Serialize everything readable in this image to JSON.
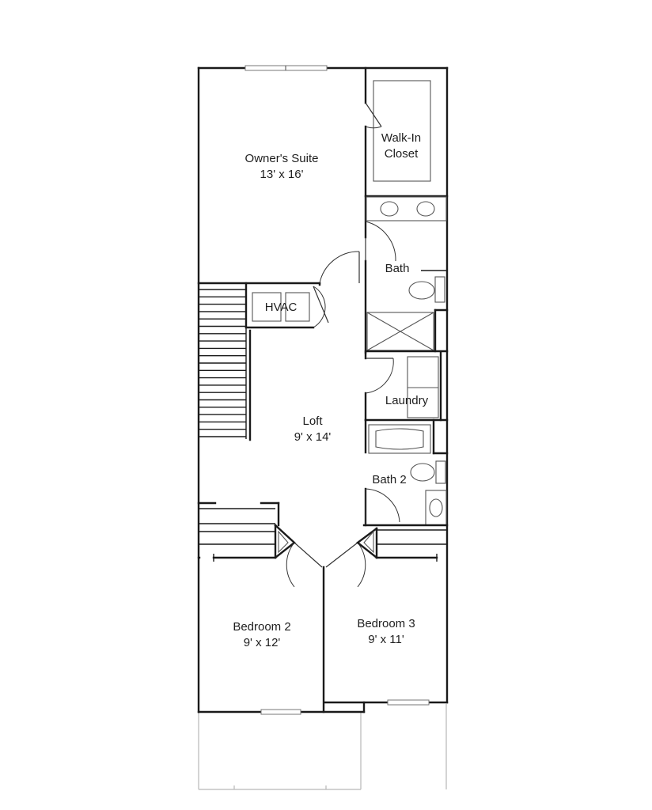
{
  "rooms": {
    "owners_suite": {
      "name": "Owner's Suite",
      "size": "13' x 16'"
    },
    "walk_in_closet": {
      "line1": "Walk-In",
      "line2": "Closet"
    },
    "bath": {
      "name": "Bath"
    },
    "hvac": {
      "name": "HVAC"
    },
    "laundry": {
      "name": "Laundry"
    },
    "loft": {
      "name": "Loft",
      "size": "9' x 14'"
    },
    "bath_2": {
      "name": "Bath 2"
    },
    "bedroom_2": {
      "name": "Bedroom 2",
      "size": "9' x 12'"
    },
    "bedroom_3": {
      "name": "Bedroom 3",
      "size": "9' x 11'"
    }
  },
  "colors": {
    "wall": "#1a1a1a",
    "fixture": "#555555",
    "porch": "#b8b8b8",
    "background": "#ffffff"
  }
}
